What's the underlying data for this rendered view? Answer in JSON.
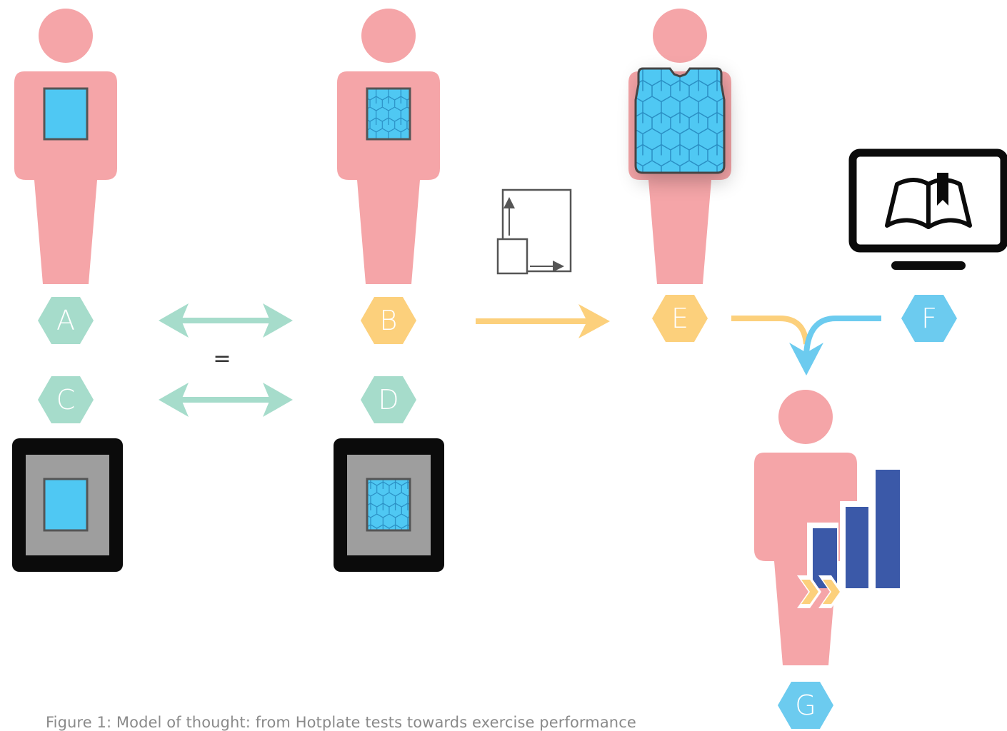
{
  "diagram": {
    "caption": "Figure 1: Model of thought: from Hotplate tests towards exercise performance",
    "equals_sign": "=",
    "labels": {
      "A": "A",
      "B": "B",
      "C": "C",
      "D": "D",
      "E": "E",
      "F": "F",
      "G": "G"
    },
    "colors": {
      "person": "#f5a5a8",
      "green": "#a6dccb",
      "yellow": "#fcd07c",
      "blue": "#6ccbef",
      "sample": "#4fc8f3",
      "frame": "#0b0b0b",
      "hotplate": "#9e9e9e",
      "bars": "#3b59a8",
      "outline": "#555555"
    }
  }
}
